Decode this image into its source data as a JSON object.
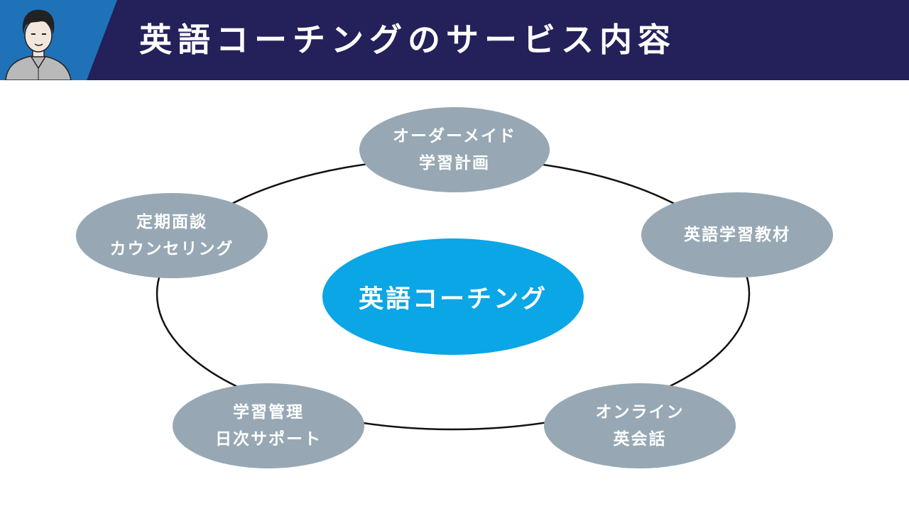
{
  "header": {
    "title": "英語コーチングのサービス内容",
    "bg_color": "#23205a",
    "tab_color": "#1f72b8"
  },
  "diagram": {
    "center": {
      "label": "英語コーチング",
      "color": "#0aa6e6"
    },
    "node_color": "#97a8b4",
    "nodes": [
      {
        "line1": "オーダーメイド",
        "line2": "学習計画"
      },
      {
        "line1": "英語学習教材",
        "line2": ""
      },
      {
        "line1": "オンライン",
        "line2": "英会話"
      },
      {
        "line1": "学習管理",
        "line2": "日次サポート"
      },
      {
        "line1": "定期面談",
        "line2": "カウンセリング"
      }
    ]
  }
}
